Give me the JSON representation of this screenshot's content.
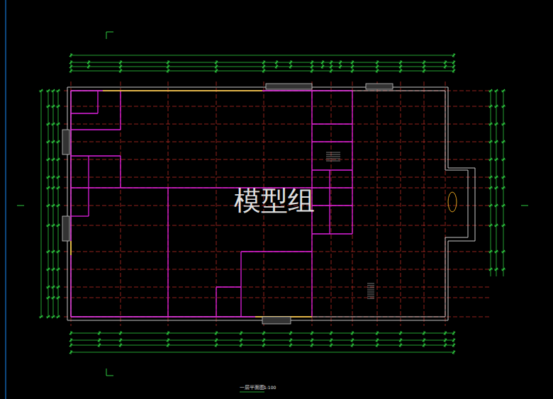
{
  "diagram": {
    "caption": "一层平面图",
    "labels": [
      "模型组",
      "1:100"
    ]
  }
}
